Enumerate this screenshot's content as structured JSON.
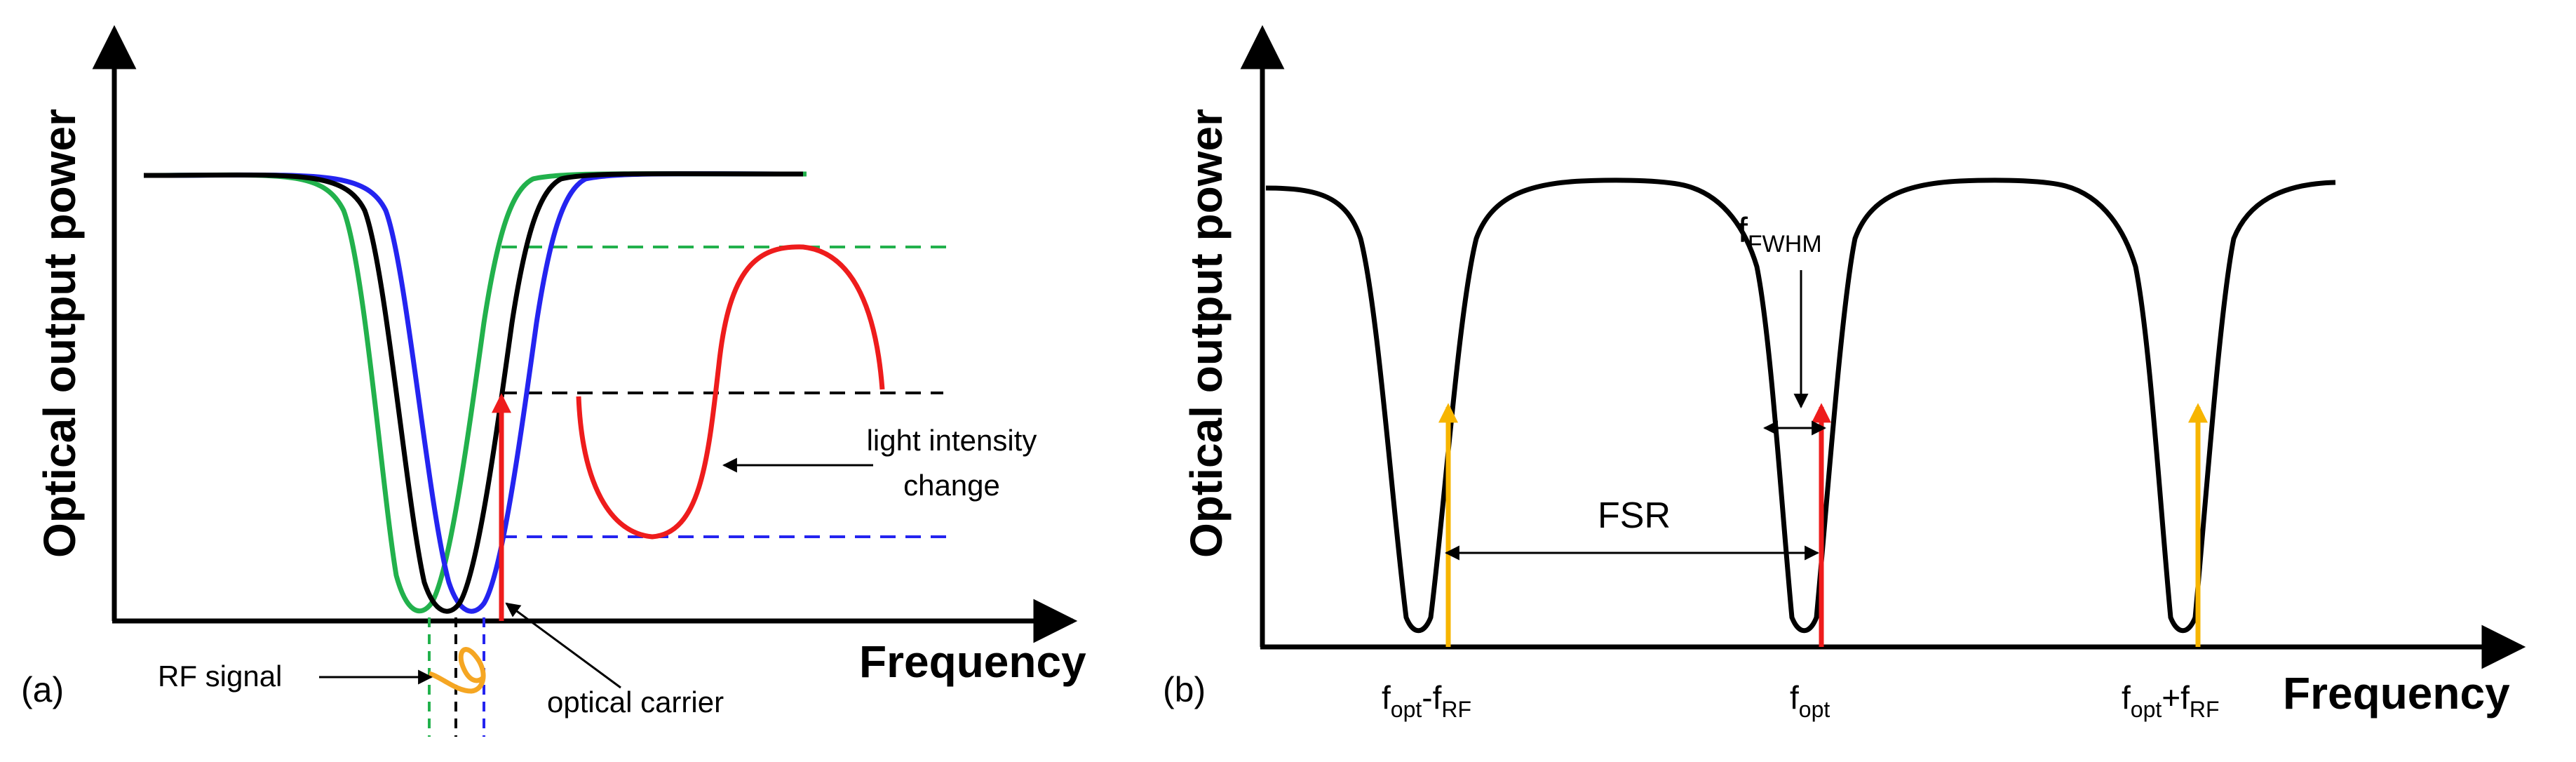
{
  "panel_a": {
    "tag": "(a)",
    "ylabel": "Optical output power",
    "xlabel": "Frequency",
    "label_light_line1": "light intensity",
    "label_light_line2": "change",
    "label_rf": "RF signal",
    "label_carrier": "optical carrier"
  },
  "panel_b": {
    "tag": "(b)",
    "ylabel": "Optical output power",
    "xlabel": "Frequency",
    "fsr": "FSR",
    "fwhm_main": "f",
    "fwhm_sub": "FWHM",
    "tick_left_main": "f",
    "tick_left_sub1": "opt",
    "tick_left_mid": "-f",
    "tick_left_sub2": "RF",
    "tick_mid_main": "f",
    "tick_mid_sub": "opt",
    "tick_right_main": "f",
    "tick_right_sub1": "opt",
    "tick_right_mid": "+f",
    "tick_right_sub2": "RF"
  },
  "colors": {
    "green": "#22b14c",
    "blue": "#2424f0",
    "black": "#000000",
    "red": "#ee1c1c",
    "orange": "#f5a623",
    "gold": "#f7b500"
  }
}
